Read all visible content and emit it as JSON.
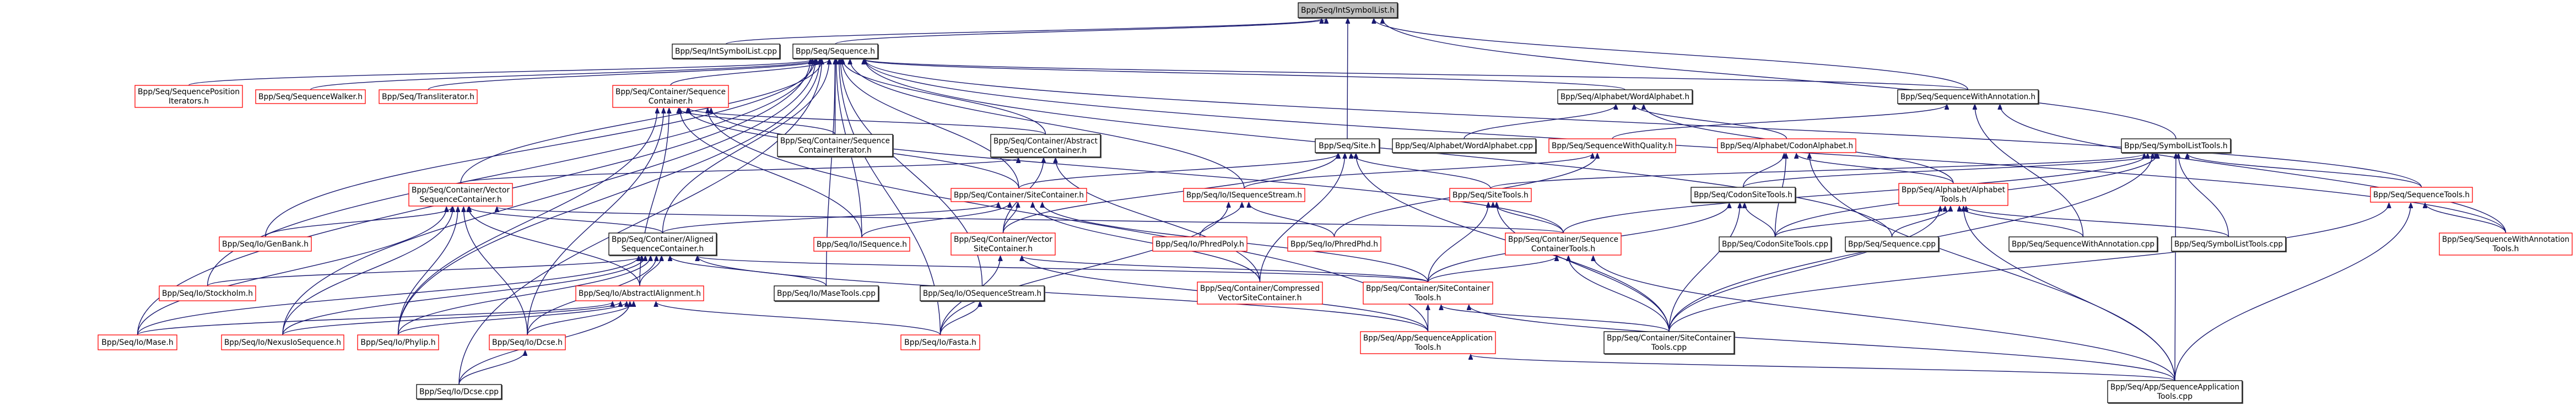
{
  "diagram": {
    "title": "Include dependency graph for Bpp/Seq/IntSymbolList.h",
    "colors": {
      "edge": "#191970",
      "root_fill": "#bfbfbf",
      "node_border": "#000000",
      "truncated_border": "#ff0000"
    },
    "nodes": [
      {
        "id": "intsymbollist_h",
        "lines": [
          "Bpp/Seq/IntSymbolList.h"
        ],
        "kind": "root"
      },
      {
        "id": "intsymbollist_cpp",
        "lines": [
          "Bpp/Seq/IntSymbolList.cpp"
        ],
        "kind": "normal"
      },
      {
        "id": "sequence_h",
        "lines": [
          "Bpp/Seq/Sequence.h"
        ],
        "kind": "normal"
      },
      {
        "id": "seqposit_h",
        "lines": [
          "Bpp/Seq/SequencePosition",
          "Iterators.h"
        ],
        "kind": "truncated"
      },
      {
        "id": "seqwalker_h",
        "lines": [
          "Bpp/Seq/SequenceWalker.h"
        ],
        "kind": "truncated"
      },
      {
        "id": "translit_h",
        "lines": [
          "Bpp/Seq/Transliterator.h"
        ],
        "kind": "truncated"
      },
      {
        "id": "seqcont_h",
        "lines": [
          "Bpp/Seq/Container/Sequence",
          "Container.h"
        ],
        "kind": "truncated"
      },
      {
        "id": "wordalpha_h",
        "lines": [
          "Bpp/Seq/Alphabet/WordAlphabet.h"
        ],
        "kind": "normal"
      },
      {
        "id": "seqwithannot_h",
        "lines": [
          "Bpp/Seq/SequenceWithAnnotation.h"
        ],
        "kind": "normal"
      },
      {
        "id": "seqcontiter_h",
        "lines": [
          "Bpp/Seq/Container/Sequence",
          "ContainerIterator.h"
        ],
        "kind": "normal"
      },
      {
        "id": "abstractseqcont_h",
        "lines": [
          "Bpp/Seq/Container/Abstract",
          "SequenceContainer.h"
        ],
        "kind": "normal"
      },
      {
        "id": "site_h",
        "lines": [
          "Bpp/Seq/Site.h"
        ],
        "kind": "normal"
      },
      {
        "id": "wordalpha_cpp",
        "lines": [
          "Bpp/Seq/Alphabet/WordAlphabet.cpp"
        ],
        "kind": "normal"
      },
      {
        "id": "seqwithqual_h",
        "lines": [
          "Bpp/Seq/SequenceWithQuality.h"
        ],
        "kind": "truncated"
      },
      {
        "id": "codonalpha_h",
        "lines": [
          "Bpp/Seq/Alphabet/CodonAlphabet.h"
        ],
        "kind": "truncated"
      },
      {
        "id": "symbollisttools_h",
        "lines": [
          "Bpp/Seq/SymbolListTools.h"
        ],
        "kind": "normal"
      },
      {
        "id": "vectorseqcont_h",
        "lines": [
          "Bpp/Seq/Container/Vector",
          "SequenceContainer.h"
        ],
        "kind": "truncated"
      },
      {
        "id": "sitecont_h",
        "lines": [
          "Bpp/Seq/Container/SiteContainer.h"
        ],
        "kind": "truncated"
      },
      {
        "id": "iseqstream_h",
        "lines": [
          "Bpp/Seq/Io/ISequenceStream.h"
        ],
        "kind": "truncated"
      },
      {
        "id": "sitetools_h",
        "lines": [
          "Bpp/Seq/SiteTools.h"
        ],
        "kind": "truncated"
      },
      {
        "id": "codonsitetools_h",
        "lines": [
          "Bpp/Seq/CodonSiteTools.h"
        ],
        "kind": "normal"
      },
      {
        "id": "alphatools_h",
        "lines": [
          "Bpp/Seq/Alphabet/Alphabet",
          "Tools.h"
        ],
        "kind": "truncated"
      },
      {
        "id": "seqtools_h",
        "lines": [
          "Bpp/Seq/SequenceTools.h"
        ],
        "kind": "truncated"
      },
      {
        "id": "genbank_h",
        "lines": [
          "Bpp/Seq/Io/GenBank.h"
        ],
        "kind": "truncated"
      },
      {
        "id": "alignedseqcont_h",
        "lines": [
          "Bpp/Seq/Container/Aligned",
          "SequenceContainer.h"
        ],
        "kind": "normal"
      },
      {
        "id": "isequence_h",
        "lines": [
          "Bpp/Seq/Io/ISequence.h"
        ],
        "kind": "truncated"
      },
      {
        "id": "vectorsitecont_h",
        "lines": [
          "Bpp/Seq/Container/Vector",
          "SiteContainer.h"
        ],
        "kind": "truncated"
      },
      {
        "id": "phredpoly_h",
        "lines": [
          "Bpp/Seq/Io/PhredPoly.h"
        ],
        "kind": "truncated"
      },
      {
        "id": "phredphd_h",
        "lines": [
          "Bpp/Seq/Io/PhredPhd.h"
        ],
        "kind": "truncated"
      },
      {
        "id": "seqconttools_h",
        "lines": [
          "Bpp/Seq/Container/Sequence",
          "ContainerTools.h"
        ],
        "kind": "truncated"
      },
      {
        "id": "codonsitetools_cpp",
        "lines": [
          "Bpp/Seq/CodonSiteTools.cpp"
        ],
        "kind": "normal"
      },
      {
        "id": "sequence_cpp",
        "lines": [
          "Bpp/Seq/Sequence.cpp"
        ],
        "kind": "normal"
      },
      {
        "id": "seqwithannot_cpp",
        "lines": [
          "Bpp/Seq/SequenceWithAnnotation.cpp"
        ],
        "kind": "normal"
      },
      {
        "id": "symbollisttools_cpp",
        "lines": [
          "Bpp/Seq/SymbolListTools.cpp"
        ],
        "kind": "normal"
      },
      {
        "id": "seqwithannottools_h",
        "lines": [
          "Bpp/Seq/SequenceWithAnnotation",
          "Tools.h"
        ],
        "kind": "truncated"
      },
      {
        "id": "stockholm_h",
        "lines": [
          "Bpp/Seq/Io/Stockholm.h"
        ],
        "kind": "truncated"
      },
      {
        "id": "abstractalign_h",
        "lines": [
          "Bpp/Seq/Io/AbstractIAlignment.h"
        ],
        "kind": "truncated"
      },
      {
        "id": "masetools_cpp",
        "lines": [
          "Bpp/Seq/Io/MaseTools.cpp"
        ],
        "kind": "normal"
      },
      {
        "id": "oseqstream_h",
        "lines": [
          "Bpp/Seq/Io/OSequenceStream.h"
        ],
        "kind": "normal"
      },
      {
        "id": "compvectorsitecont_h",
        "lines": [
          "Bpp/Seq/Container/Compressed",
          "VectorSiteContainer.h"
        ],
        "kind": "truncated"
      },
      {
        "id": "sitecontools_h",
        "lines": [
          "Bpp/Seq/Container/SiteContainer",
          "Tools.h"
        ],
        "kind": "truncated"
      },
      {
        "id": "mase_h",
        "lines": [
          "Bpp/Seq/Io/Mase.h"
        ],
        "kind": "truncated"
      },
      {
        "id": "nexus_h",
        "lines": [
          "Bpp/Seq/Io/NexusIoSequence.h"
        ],
        "kind": "truncated"
      },
      {
        "id": "phylip_h",
        "lines": [
          "Bpp/Seq/Io/Phylip.h"
        ],
        "kind": "truncated"
      },
      {
        "id": "dcse_h",
        "lines": [
          "Bpp/Seq/Io/Dcse.h"
        ],
        "kind": "truncated"
      },
      {
        "id": "fasta_h",
        "lines": [
          "Bpp/Seq/Io/Fasta.h"
        ],
        "kind": "truncated"
      },
      {
        "id": "seqapptools_h",
        "lines": [
          "Bpp/Seq/App/SequenceApplication",
          "Tools.h"
        ],
        "kind": "truncated"
      },
      {
        "id": "sitecontools_cpp",
        "lines": [
          "Bpp/Seq/Container/SiteContainer",
          "Tools.cpp"
        ],
        "kind": "normal"
      },
      {
        "id": "dcse_cpp",
        "lines": [
          "Bpp/Seq/Io/Dcse.cpp"
        ],
        "kind": "normal"
      },
      {
        "id": "seqapptools_cpp",
        "lines": [
          "Bpp/Seq/App/SequenceApplication",
          "Tools.cpp"
        ],
        "kind": "normal"
      }
    ],
    "edges": [
      [
        "intsymbollist_cpp",
        "intsymbollist_h"
      ],
      [
        "sequence_h",
        "intsymbollist_h"
      ],
      [
        "site_h",
        "intsymbollist_h"
      ],
      [
        "symbollisttools_h",
        "intsymbollist_h"
      ],
      [
        "seqwithannot_h",
        "intsymbollist_h"
      ],
      [
        "seqposit_h",
        "sequence_h"
      ],
      [
        "seqwalker_h",
        "sequence_h"
      ],
      [
        "translit_h",
        "sequence_h"
      ],
      [
        "seqcont_h",
        "sequence_h"
      ],
      [
        "seqcontiter_h",
        "sequence_h"
      ],
      [
        "abstractseqcont_h",
        "sequence_h"
      ],
      [
        "wordalpha_h",
        "sequence_h"
      ],
      [
        "seqwithannot_h",
        "sequence_h"
      ],
      [
        "seqtools_h",
        "sequence_h"
      ],
      [
        "seqwithannottools_h",
        "sequence_h"
      ],
      [
        "vectorseqcont_h",
        "sequence_h"
      ],
      [
        "sitecont_h",
        "sequence_h"
      ],
      [
        "iseqstream_h",
        "sequence_h"
      ],
      [
        "genbank_h",
        "sequence_h"
      ],
      [
        "alignedseqcont_h",
        "sequence_h"
      ],
      [
        "isequence_h",
        "sequence_h"
      ],
      [
        "stockholm_h",
        "sequence_h"
      ],
      [
        "masetools_cpp",
        "sequence_h"
      ],
      [
        "oseqstream_h",
        "sequence_h"
      ],
      [
        "mase_h",
        "sequence_h"
      ],
      [
        "nexus_h",
        "sequence_h"
      ],
      [
        "phylip_h",
        "sequence_h"
      ],
      [
        "fasta_h",
        "sequence_h"
      ],
      [
        "dcse_cpp",
        "sequence_h"
      ],
      [
        "sequence_cpp",
        "sequence_h"
      ],
      [
        "seqcontiter_h",
        "seqcont_h"
      ],
      [
        "abstractseqcont_h",
        "seqcont_h"
      ],
      [
        "sitecont_h",
        "seqcont_h"
      ],
      [
        "isequence_h",
        "seqcont_h"
      ],
      [
        "seqconttools_h",
        "seqcont_h"
      ],
      [
        "abstractalign_h",
        "seqcont_h"
      ],
      [
        "phylip_h",
        "seqcont_h"
      ],
      [
        "dcse_h",
        "seqcont_h"
      ],
      [
        "seqapptools_h",
        "seqcont_h"
      ],
      [
        "vectorseqcont_h",
        "abstractseqcont_h"
      ],
      [
        "vectorsitecont_h",
        "abstractseqcont_h"
      ],
      [
        "compvectorsitecont_h",
        "abstractseqcont_h"
      ],
      [
        "sitecont_h",
        "site_h"
      ],
      [
        "vectorsitecont_h",
        "site_h"
      ],
      [
        "compvectorsitecont_h",
        "site_h"
      ],
      [
        "sitetools_h",
        "site_h"
      ],
      [
        "sitecontools_cpp",
        "site_h"
      ],
      [
        "wordalpha_cpp",
        "wordalpha_h"
      ],
      [
        "codonalpha_h",
        "wordalpha_h"
      ],
      [
        "alphatools_h",
        "wordalpha_h"
      ],
      [
        "seqwithqual_h",
        "seqwithannot_h"
      ],
      [
        "seqwithannot_cpp",
        "seqwithannot_h"
      ],
      [
        "seqwithannottools_h",
        "seqwithannot_h"
      ],
      [
        "phredphd_h",
        "seqwithqual_h"
      ],
      [
        "iseqstream_h",
        "seqwithqual_h"
      ],
      [
        "codonsitetools_h",
        "codonalpha_h"
      ],
      [
        "codonsitetools_cpp",
        "codonalpha_h"
      ],
      [
        "alphatools_h",
        "codonalpha_h"
      ],
      [
        "seqapptools_cpp",
        "codonalpha_h"
      ],
      [
        "sitetools_h",
        "symbollisttools_h"
      ],
      [
        "codonsitetools_h",
        "symbollisttools_h"
      ],
      [
        "seqconttools_h",
        "symbollisttools_h"
      ],
      [
        "symbollisttools_cpp",
        "symbollisttools_h"
      ],
      [
        "seqtools_h",
        "symbollisttools_h"
      ],
      [
        "codonsitetools_cpp",
        "symbollisttools_h"
      ],
      [
        "sitecontools_cpp",
        "symbollisttools_h"
      ],
      [
        "seqapptools_cpp",
        "symbollisttools_h"
      ],
      [
        "genbank_h",
        "vectorseqcont_h"
      ],
      [
        "alignedseqcont_h",
        "vectorseqcont_h"
      ],
      [
        "seqconttools_h",
        "vectorseqcont_h"
      ],
      [
        "abstractalign_h",
        "vectorseqcont_h"
      ],
      [
        "mase_h",
        "vectorseqcont_h"
      ],
      [
        "nexus_h",
        "vectorseqcont_h"
      ],
      [
        "phylip_h",
        "vectorseqcont_h"
      ],
      [
        "dcse_h",
        "vectorseqcont_h"
      ],
      [
        "alignedseqcont_h",
        "sitecont_h"
      ],
      [
        "isequence_h",
        "sitecont_h"
      ],
      [
        "vectorsitecont_h",
        "sitecont_h"
      ],
      [
        "compvectorsitecont_h",
        "sitecont_h"
      ],
      [
        "sitecontools_h",
        "sitecont_h"
      ],
      [
        "phredpoly_h",
        "iseqstream_h"
      ],
      [
        "phredphd_h",
        "iseqstream_h"
      ],
      [
        "fasta_h",
        "iseqstream_h"
      ],
      [
        "seqconttools_h",
        "sitetools_h"
      ],
      [
        "sitecontools_h",
        "sitetools_h"
      ],
      [
        "sitecontools_cpp",
        "sitetools_h"
      ],
      [
        "codonsitetools_cpp",
        "codonsitetools_h"
      ],
      [
        "sitecontools_h",
        "codonsitetools_h"
      ],
      [
        "sitecontools_cpp",
        "codonsitetools_h"
      ],
      [
        "codonsitetools_cpp",
        "alphatools_h"
      ],
      [
        "sequence_cpp",
        "alphatools_h"
      ],
      [
        "seqwithannot_cpp",
        "alphatools_h"
      ],
      [
        "symbollisttools_cpp",
        "alphatools_h"
      ],
      [
        "sitecontools_cpp",
        "alphatools_h"
      ],
      [
        "seqapptools_cpp",
        "alphatools_h"
      ],
      [
        "seqwithannottools_h",
        "seqtools_h"
      ],
      [
        "sitecontools_cpp",
        "seqtools_h"
      ],
      [
        "seqapptools_cpp",
        "seqtools_h"
      ],
      [
        "stockholm_h",
        "alignedseqcont_h"
      ],
      [
        "abstractalign_h",
        "alignedseqcont_h"
      ],
      [
        "masetools_cpp",
        "alignedseqcont_h"
      ],
      [
        "sitecontools_h",
        "alignedseqcont_h"
      ],
      [
        "mase_h",
        "alignedseqcont_h"
      ],
      [
        "nexus_h",
        "alignedseqcont_h"
      ],
      [
        "phylip_h",
        "alignedseqcont_h"
      ],
      [
        "dcse_h",
        "alignedseqcont_h"
      ],
      [
        "seqapptools_h",
        "alignedseqcont_h"
      ],
      [
        "sitecontools_h",
        "vectorsitecont_h"
      ],
      [
        "fasta_h",
        "vectorsitecont_h"
      ],
      [
        "seqapptools_h",
        "vectorsitecont_h"
      ],
      [
        "sitecontools_h",
        "seqconttools_h"
      ],
      [
        "sitecontools_cpp",
        "seqconttools_h"
      ],
      [
        "seqapptools_cpp",
        "seqconttools_h"
      ],
      [
        "mase_h",
        "abstractalign_h"
      ],
      [
        "nexus_h",
        "abstractalign_h"
      ],
      [
        "phylip_h",
        "abstractalign_h"
      ],
      [
        "dcse_h",
        "abstractalign_h"
      ],
      [
        "dcse_cpp",
        "abstractalign_h"
      ],
      [
        "fasta_h",
        "abstractalign_h"
      ],
      [
        "fasta_h",
        "oseqstream_h"
      ],
      [
        "seqapptools_h",
        "sitecontools_h"
      ],
      [
        "sitecontools_cpp",
        "sitecontools_h"
      ],
      [
        "seqapptools_cpp",
        "sitecontools_h"
      ],
      [
        "dcse_cpp",
        "dcse_h"
      ],
      [
        "seqapptools_cpp",
        "seqapptools_h"
      ]
    ]
  }
}
